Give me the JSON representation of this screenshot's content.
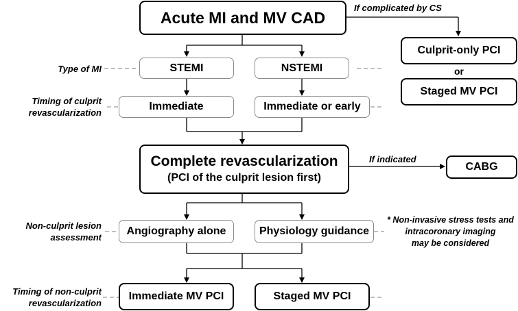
{
  "top": {
    "title": "Acute MI and MV CAD"
  },
  "cs_branch": {
    "label": "If complicated by CS",
    "option1": "Culprit-only PCI",
    "or": "or",
    "option2": "Staged MV PCI"
  },
  "type_of_mi": {
    "label": "Type of MI",
    "stemi": "STEMI",
    "nstemi": "NSTEMI"
  },
  "timing_culprit": {
    "label_line1": "Timing of culprit",
    "label_line2": "revascularization",
    "immediate": "Immediate",
    "immediate_or_early": "Immediate or early"
  },
  "complete": {
    "line1": "Complete revascularization",
    "line2": "(PCI of the culprit lesion first)"
  },
  "cabg_branch": {
    "label": "If indicated",
    "box": "CABG"
  },
  "nonculprit_assessment": {
    "label_line1": "Non-culprit lesion",
    "label_line2": "assessment",
    "angiography": "Angiography alone",
    "physiology": "Physiology guidance",
    "note_line1": "* Non-invasive stress tests and",
    "note_line2": "intracoronary imaging",
    "note_line3": "may be considered"
  },
  "timing_nonculprit": {
    "label_line1": "Timing of non-culprit",
    "label_line2": "revascularization",
    "immediate_mv": "Immediate MV PCI",
    "staged_mv": "Staged MV PCI"
  }
}
